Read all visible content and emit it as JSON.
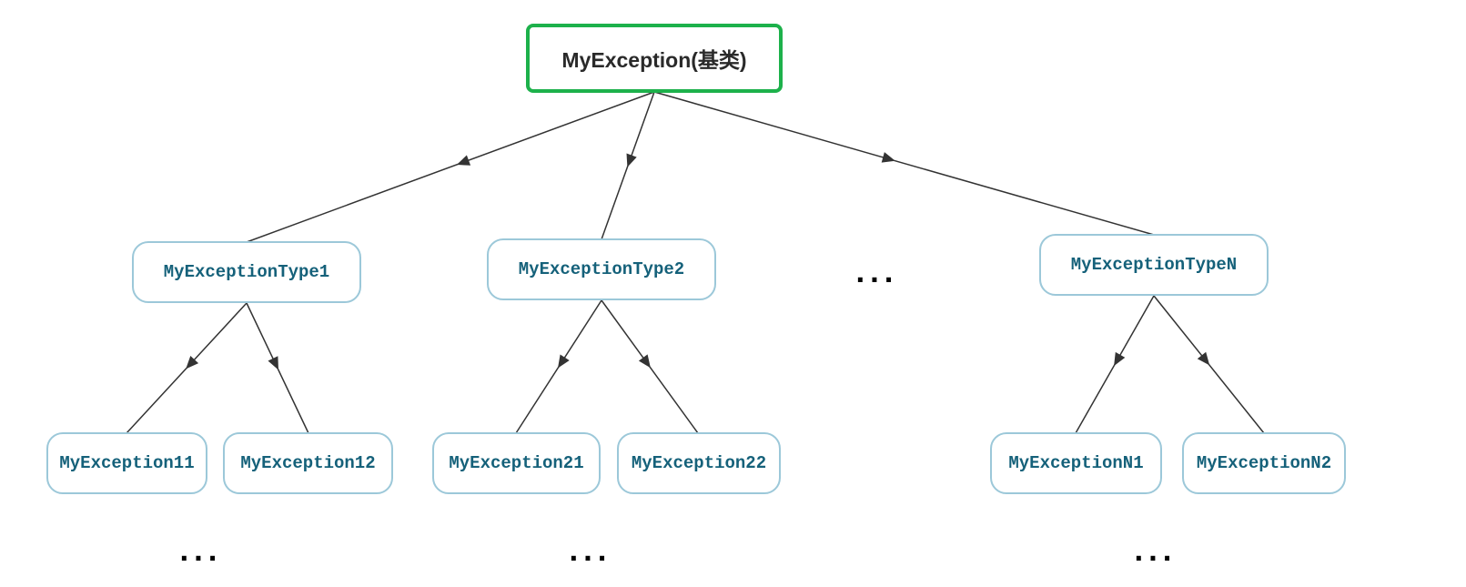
{
  "diagram": {
    "root": {
      "label": "MyException(基类)"
    },
    "level1": [
      {
        "label": "MyExceptionType1"
      },
      {
        "label": "MyExceptionType2"
      },
      {
        "label": "MyExceptionTypeN"
      }
    ],
    "level2": [
      {
        "label": "MyException11"
      },
      {
        "label": "MyException12"
      },
      {
        "label": "MyException21"
      },
      {
        "label": "MyException22"
      },
      {
        "label": "MyExceptionN1"
      },
      {
        "label": "MyExceptionN2"
      }
    ],
    "ellipsis": "..."
  },
  "colors": {
    "root_border": "#1db14b",
    "node_border": "#9cc8d9",
    "node_text": "#15617a",
    "edge": "#333333"
  }
}
